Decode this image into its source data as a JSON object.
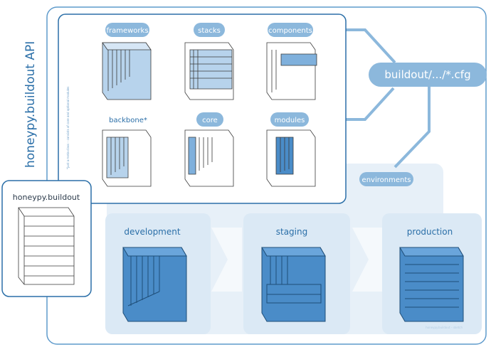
{
  "api_title": "honeypy.buildout API",
  "footnote": "*just a meta-class – consists of core and optional modules",
  "builder_title": "honeypy.buildout",
  "cfg_label": "buildout/.../*.cfg",
  "environments_label": "environments",
  "api_pills": {
    "frameworks": "frameworks",
    "stacks": "stacks",
    "components": "components",
    "core": "core",
    "modules": "modules"
  },
  "backbone_label": "backbone*",
  "env_boxes": {
    "development": "development",
    "staging": "staging",
    "production": "production"
  },
  "credit": "honeypy.buildout – sketch",
  "colors": {
    "accent": "#2b6fa8",
    "pill": "#8cb8dc",
    "outline": "#5f9bcc",
    "env_bg": "#e7f0f8",
    "cube_fill": "#4a8cc8"
  }
}
